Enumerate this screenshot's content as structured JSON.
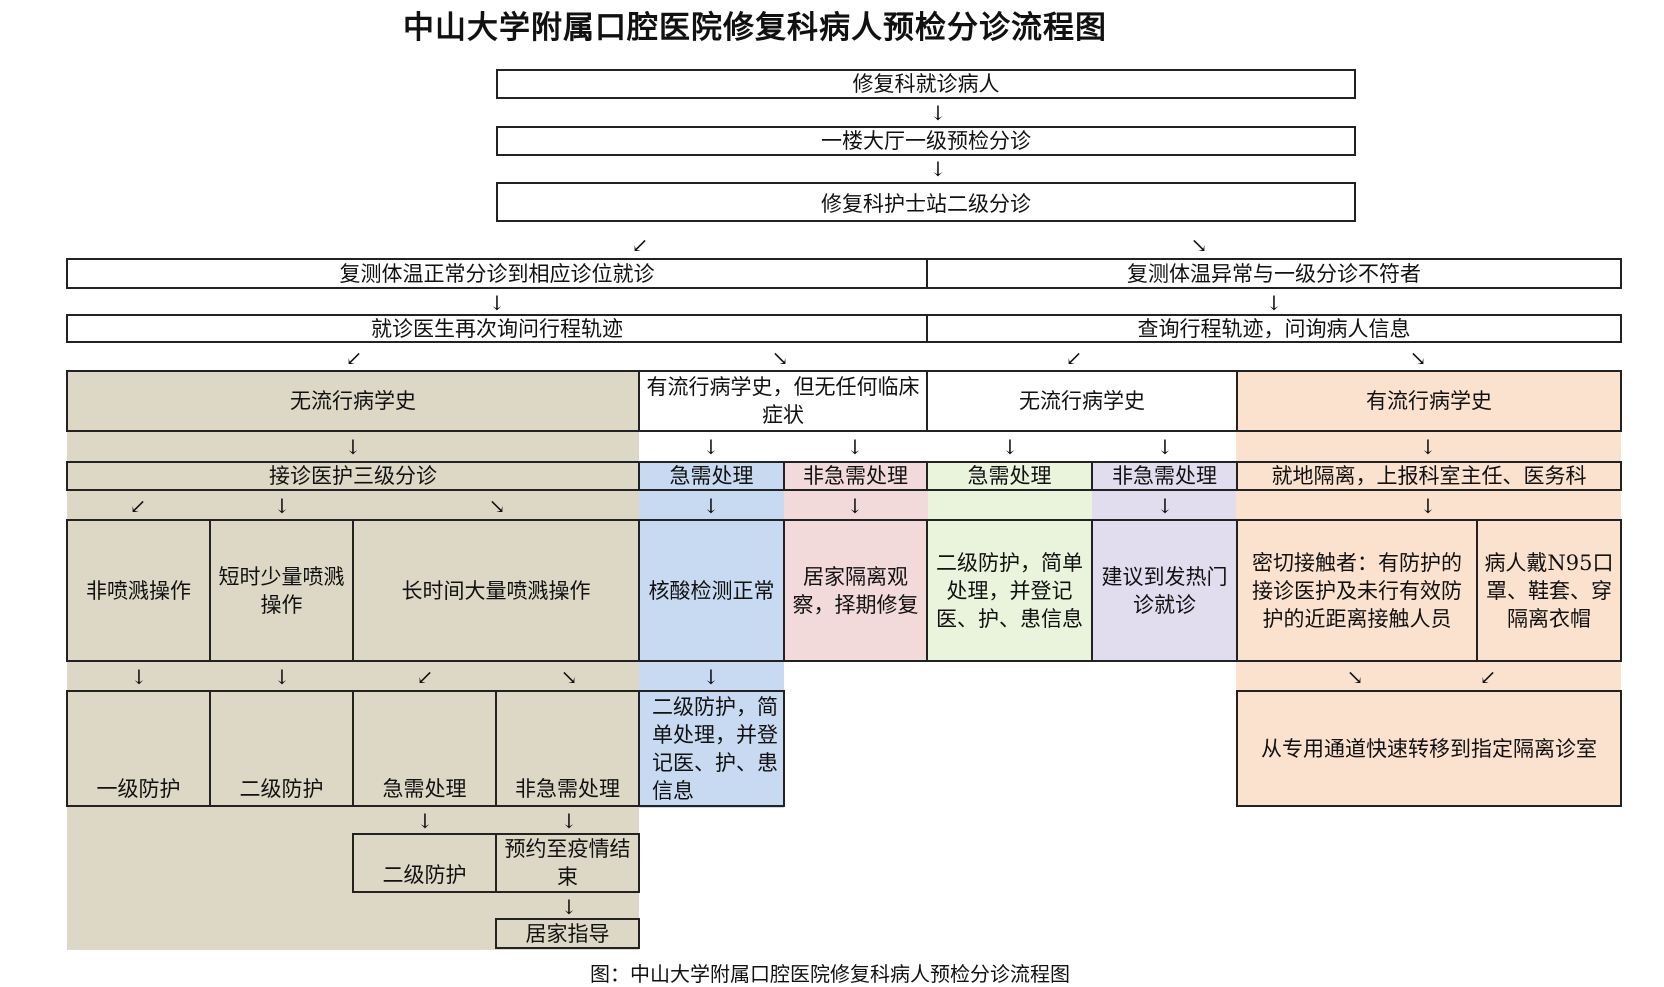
{
  "title": "中山大学附属口腔医院修复科病人预检分诊流程图",
  "caption": "图：中山大学附属口腔医院修复科病人预检分诊流程图",
  "colors": {
    "tan": "#ddd8c6",
    "blue": "#c7daf1",
    "pink": "#f3dada",
    "green": "#eaf3dc",
    "purple": "#e2dcef",
    "peach": "#fbe2cf"
  },
  "steps": {
    "s1": "修复科就诊病人",
    "s2": "一楼大厅一级预检分诊",
    "s3": "修复科护士站二级分诊"
  },
  "left": {
    "temp_normal": "复测体温正常分诊到相应诊位就诊",
    "doctor_ask": "就诊医生再次询问行程轨迹",
    "no_history": "无流行病学史",
    "triage3": "接诊医护三级分诊",
    "op_non_splash": "非喷溅操作",
    "op_short_splash": "短时少量喷溅操作",
    "op_long_splash": "长时间大量喷溅操作",
    "level1": "一级防护",
    "level2": "二级防护",
    "urgent": "急需处理",
    "non_urgent": "非急需处理",
    "level2_b": "二级防护",
    "appoint": "预约至疫情结束",
    "home_guide": "居家指导"
  },
  "mid_left": {
    "history_no_symptom": "有流行病学史，但无任何临床症状",
    "urgent": "急需处理",
    "non_urgent": "非急需处理",
    "nat_normal": "核酸检测正常",
    "home_isolate": "居家隔离观察，择期修复",
    "protect": "二级防护，简单处理，并登记医、护、患信息"
  },
  "right": {
    "temp_abnormal": "复测体温异常与一级分诊不符者",
    "query_track": "查询行程轨迹，问询病人信息",
    "no_history": "无流行病学史",
    "urgent": "急需处理",
    "non_urgent": "非急需处理",
    "protect": "二级防护，简单处理，并登记医、护、患信息",
    "fever_clinic": "建议到发热门诊就诊",
    "has_history": "有流行病学史",
    "isolate_report": "就地隔离，上报科室主任、医务科",
    "close_contact": "密切接触者：有防护的接诊医护及未行有效防护的近距离接触人员",
    "patient_wear": "病人戴N95口罩、鞋套、穿隔离衣帽",
    "transfer": "从专用通道快速转移到指定隔离诊室"
  }
}
